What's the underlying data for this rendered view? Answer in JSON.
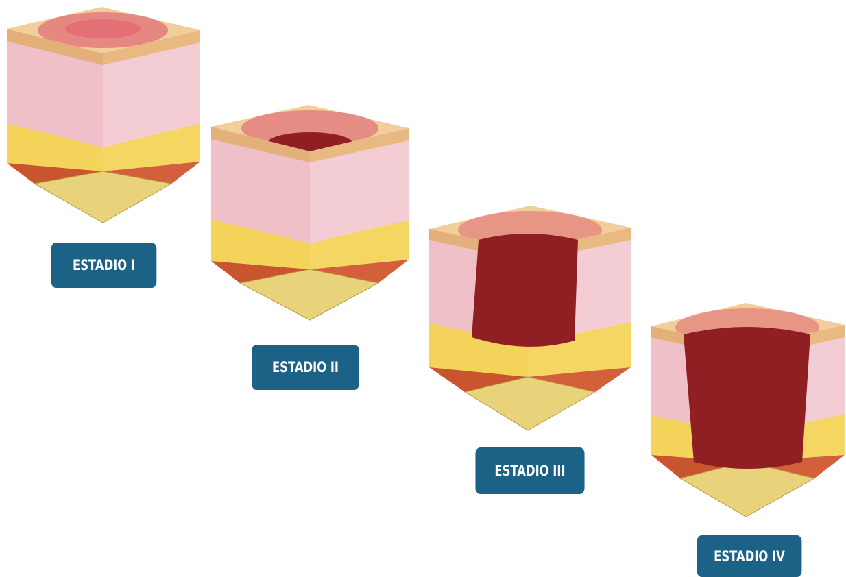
{
  "stages": [
    {
      "label": "ESTADIO I"
    },
    {
      "label": "ESTADIO II"
    },
    {
      "label": "ESTADIO III"
    },
    {
      "label": "ESTADIO IV"
    }
  ],
  "colors": {
    "label_bg": "#1c6286",
    "label_text": "#ffffff",
    "epidermis": "#f2c9a0",
    "dermis": "#efc0c8",
    "fat": "#f3d35a",
    "muscle": "#c9552f",
    "bone": "#e8d27a",
    "wound": "#8f1f22",
    "redness": "#d9485a"
  }
}
